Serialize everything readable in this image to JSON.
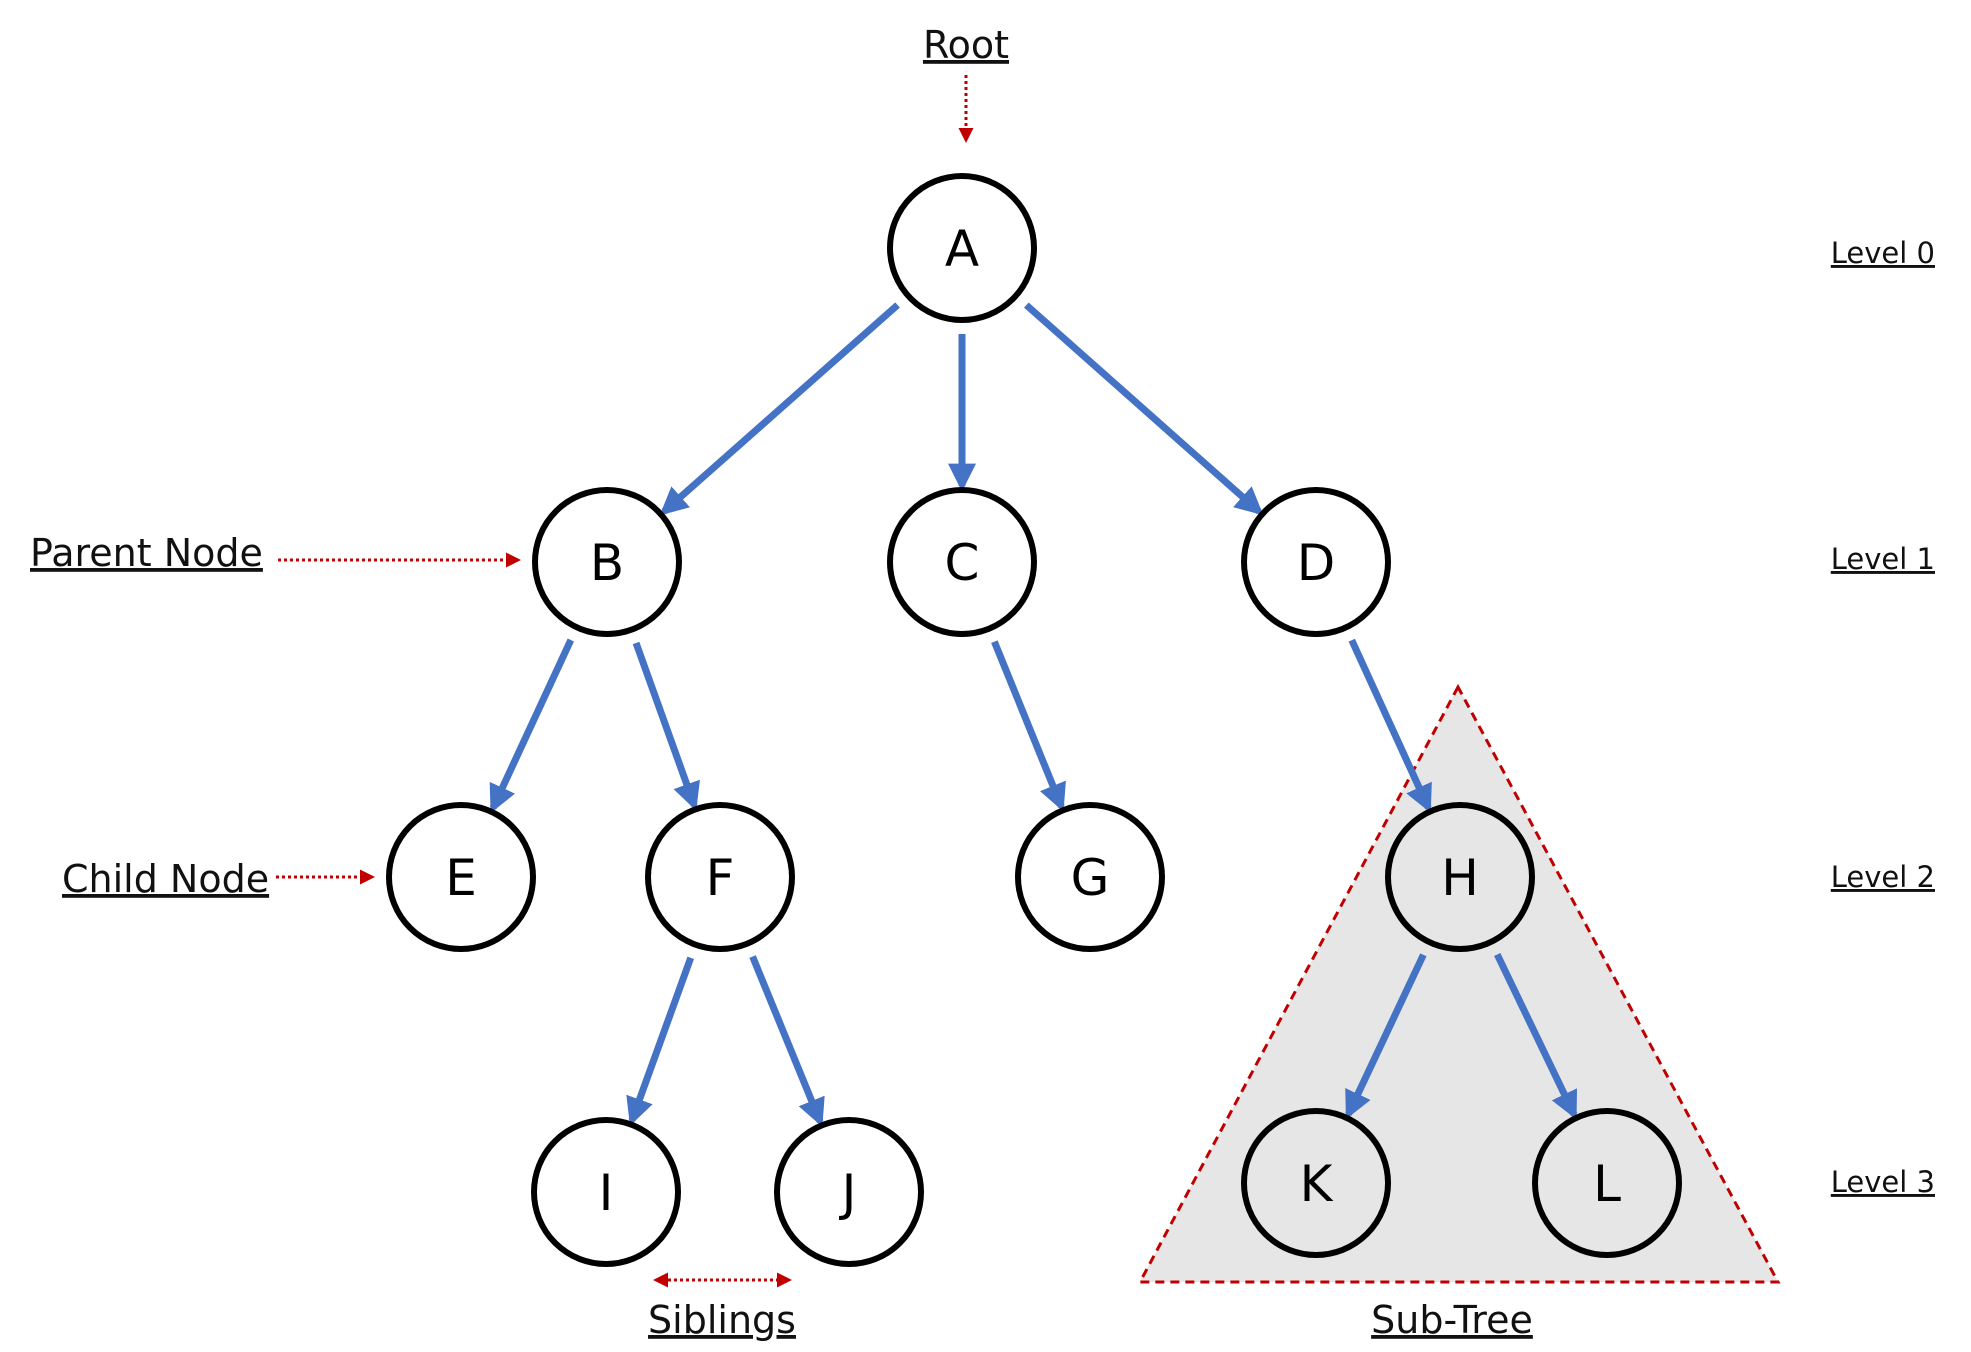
{
  "annotations": {
    "root": "Root",
    "parent_node": "Parent Node",
    "child_node": "Child Node",
    "siblings": "Siblings",
    "subtree": "Sub-Tree"
  },
  "levels": [
    "Level 0",
    "Level 1",
    "Level 2",
    "Level 3"
  ],
  "nodes": {
    "A": "A",
    "B": "B",
    "C": "C",
    "D": "D",
    "E": "E",
    "F": "F",
    "G": "G",
    "H": "H",
    "I": "I",
    "J": "J",
    "K": "K",
    "L": "L"
  },
  "edges": [
    [
      "A",
      "B"
    ],
    [
      "A",
      "C"
    ],
    [
      "A",
      "D"
    ],
    [
      "B",
      "E"
    ],
    [
      "B",
      "F"
    ],
    [
      "C",
      "G"
    ],
    [
      "D",
      "H"
    ],
    [
      "F",
      "I"
    ],
    [
      "F",
      "J"
    ],
    [
      "H",
      "K"
    ],
    [
      "H",
      "L"
    ]
  ],
  "subtree_nodes": [
    "H",
    "K",
    "L"
  ],
  "colors": {
    "edge": "#4472c4",
    "annotation": "#c00000",
    "subtree_fill": "#e6e6e6",
    "node_stroke": "#000000"
  }
}
